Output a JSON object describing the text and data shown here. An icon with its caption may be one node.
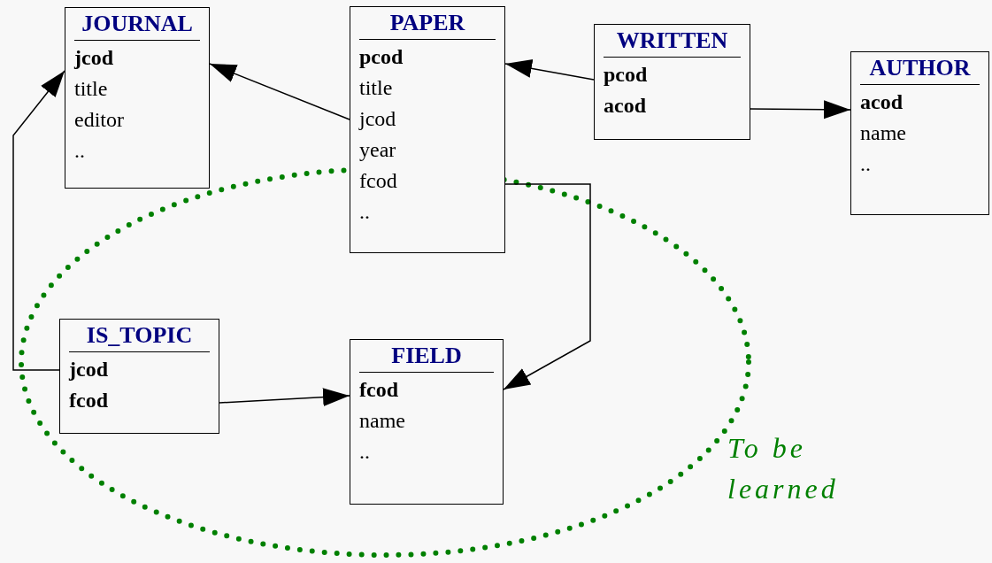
{
  "diagram": {
    "nodes": [
      {
        "text": [
          "JOURNAL",
          "jcod",
          "title",
          "editor",
          ".."
        ]
      },
      {
        "text": [
          "PAPER",
          "pcod",
          "title",
          "jcod",
          "year",
          "fcod",
          ".."
        ]
      },
      {
        "text": [
          "WRITTEN",
          "pcod",
          "acod"
        ]
      },
      {
        "text": [
          "AUTHOR",
          "acod",
          "name",
          ".."
        ]
      },
      {
        "text": [
          "IS_TOPIC",
          "jcod",
          "fcod"
        ],
        "in": 6
      },
      {
        "text": [
          "FIELD",
          "fcod",
          "name",
          ".."
        ],
        "in": 6
      },
      {
        "text": [
          "To be learned"
        ]
      }
    ],
    "edges": [
      {
        "from": 1,
        "to": 0,
        "arrow": "to"
      },
      {
        "from": 2,
        "to": 1,
        "arrow": "to"
      },
      {
        "from": 2,
        "to": 3,
        "arrow": "to"
      },
      {
        "from": 1,
        "to": 5,
        "arrow": "to"
      },
      {
        "from": 4,
        "to": 0,
        "arrow": "to"
      },
      {
        "from": 4,
        "to": 5,
        "arrow": "to"
      }
    ]
  }
}
